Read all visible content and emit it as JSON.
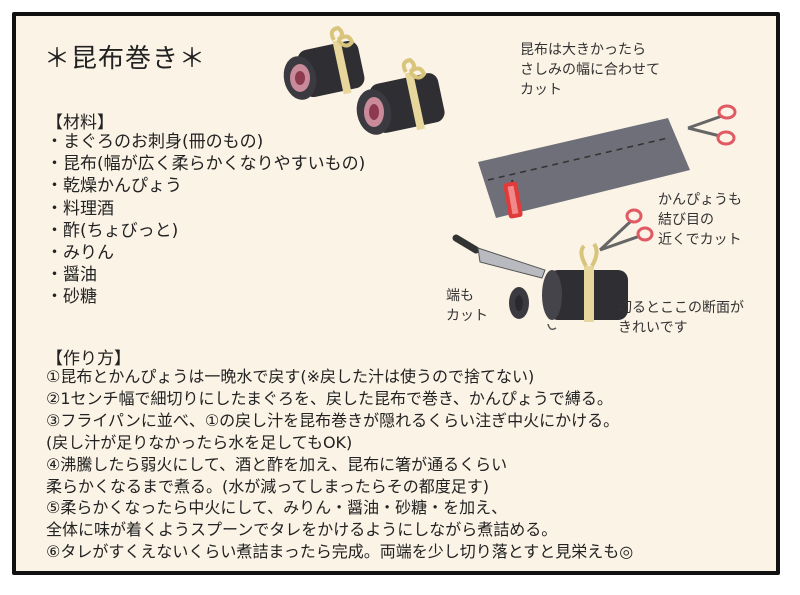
{
  "title": "＊昆布巻き＊",
  "ingredients": {
    "heading": "【材料】",
    "items": [
      "まぐろのお刺身(冊のもの)",
      "昆布(幅が広く柔らかくなりやすいもの)",
      "乾燥かんぴょう",
      "料理酒",
      "酢(ちょびっと)",
      "みりん",
      "醤油",
      "砂糖"
    ]
  },
  "steps": {
    "heading": "【作り方】",
    "lines": [
      "①昆布とかんぴょうは一晩水で戻す(※戻した汁は使うので捨てない)",
      "②1センチ幅で細切りにしたまぐろを、戻した昆布で巻き、かんぴょうで縛る。",
      "③フライパンに並べ、①の戻し汁を昆布巻きが隠れるくらい注ぎ中火にかける。",
      "(戻し汁が足りなかったら水を足してもOK)",
      "④沸騰したら弱火にして、酒と酢を加え、昆布に箸が通るくらい",
      "柔らかくなるまで煮る。(水が減ってしまったらその都度足す)",
      "⑤柔らかくなったら中火にして、みりん・醤油・砂糖・を加え、",
      "全体に味が着くようスプーンでタレをかけるようにしながら煮詰める。",
      "⑥タレがすくえないくらい煮詰まったら完成。両端を少し切り落とすと見栄えも◎"
    ]
  },
  "notes": {
    "kombu_cut": "昆布は大きかったら\nさしみの幅に合わせて\nカット",
    "kanpyo_cut": "かんぴょうも\n結び目の\n近くでカット",
    "ends_cut": "端も\nカット",
    "cross_section": "切るとここの断面が\nきれいです"
  }
}
